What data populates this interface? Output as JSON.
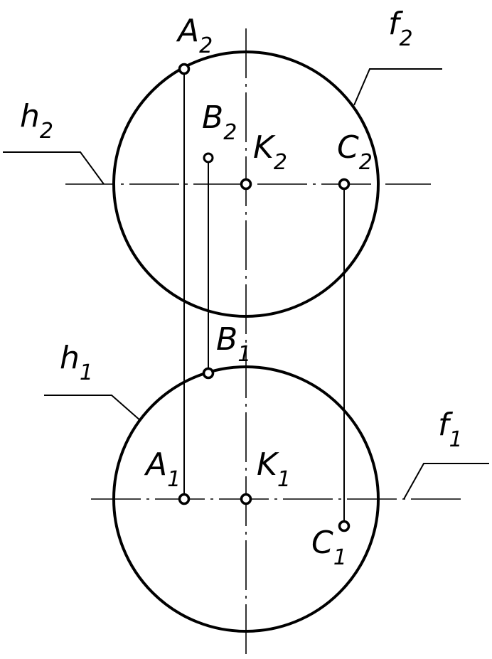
{
  "diagram": {
    "labels": {
      "A2": {
        "main": "A",
        "sub": "2"
      },
      "B2": {
        "main": "B",
        "sub": "2"
      },
      "K2": {
        "main": "K",
        "sub": "2"
      },
      "C2": {
        "main": "C",
        "sub": "2"
      },
      "f2": {
        "main": "f",
        "sub": "2"
      },
      "h2": {
        "main": "h",
        "sub": "2"
      },
      "B1": {
        "main": "B",
        "sub": "1"
      },
      "h1": {
        "main": "h",
        "sub": "1"
      },
      "A1": {
        "main": "A",
        "sub": "1"
      },
      "K1": {
        "main": "K",
        "sub": "1"
      },
      "f1": {
        "main": "f",
        "sub": "1"
      },
      "C1": {
        "main": "C",
        "sub": "1"
      }
    },
    "colors": {
      "ink": "#000000",
      "paper": "#ffffff"
    }
  }
}
